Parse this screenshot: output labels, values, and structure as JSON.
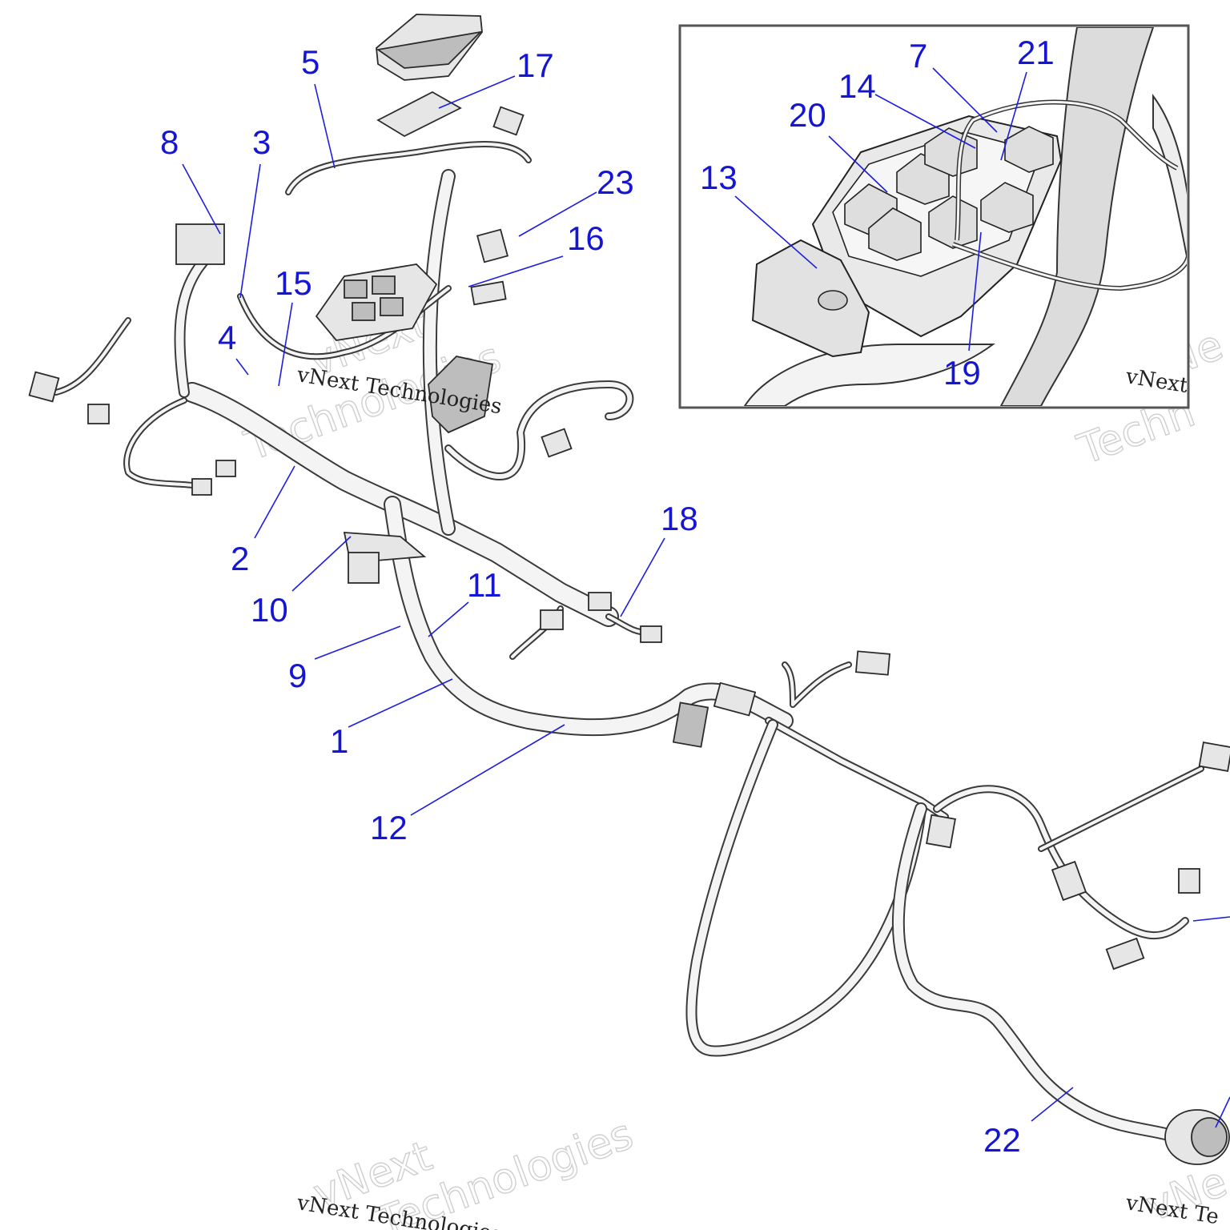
{
  "callouts": [
    {
      "n": "1"
    },
    {
      "n": "2"
    },
    {
      "n": "3"
    },
    {
      "n": "4"
    },
    {
      "n": "5"
    },
    {
      "n": "7"
    },
    {
      "n": "8"
    },
    {
      "n": "9"
    },
    {
      "n": "10"
    },
    {
      "n": "11"
    },
    {
      "n": "12"
    },
    {
      "n": "13"
    },
    {
      "n": "14"
    },
    {
      "n": "15"
    },
    {
      "n": "16"
    },
    {
      "n": "17"
    },
    {
      "n": "18"
    },
    {
      "n": "19"
    },
    {
      "n": "20"
    },
    {
      "n": "21"
    },
    {
      "n": "22"
    },
    {
      "n": "23"
    }
  ],
  "watermark": {
    "caption": "vNext Technologies",
    "caption_cut": "vNext Te",
    "outline_word1": "vNext",
    "outline_word2": "Technologies",
    "outline_cut1": "vNe",
    "outline_cut2": "Techn"
  },
  "colors": {
    "callout": "#1515d6",
    "leader": "#1e1ee0",
    "line_art": "#2b2b2b",
    "inset_border": "#555555"
  }
}
